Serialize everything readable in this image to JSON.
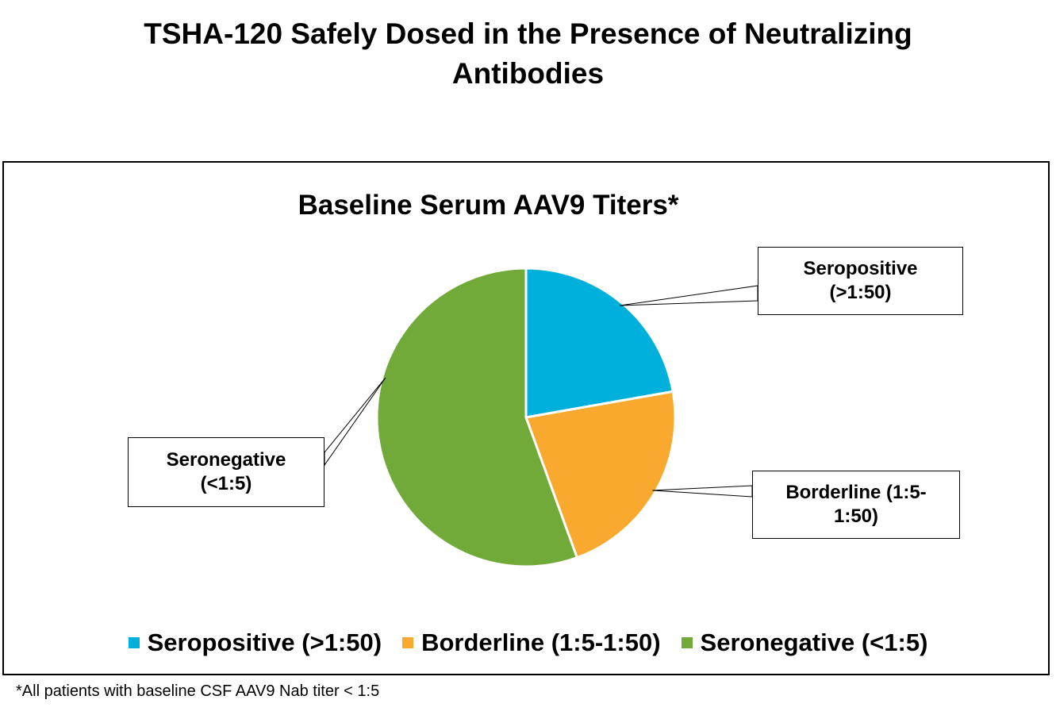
{
  "page": {
    "title_line1": "TSHA-120 Safely Dosed in the Presence of Neutralizing",
    "title_line2": "Antibodies",
    "footnote": "*All patients with baseline CSF AAV9 Nab titer < 1:5"
  },
  "callouts": {
    "seropositive_line1": "Seropositive",
    "seropositive_line2": "(>1:50)",
    "borderline_line1": "Borderline (1:5-",
    "borderline_line2": "1:50)",
    "seronegative_line1": "Seronegative",
    "seronegative_line2": "(<1:5)"
  },
  "chart_data": {
    "type": "pie",
    "title": "Baseline Serum AAV9 Titers*",
    "categories": [
      "Seropositive (>1:50)",
      "Borderline (1:5-1:50)",
      "Seronegative (<1:5)"
    ],
    "values": [
      2,
      2,
      5
    ],
    "colors": [
      "#00B0DC",
      "#F9A92E",
      "#72AA3A"
    ],
    "legend_position": "bottom",
    "start_angle": "12 o'clock, clockwise"
  }
}
